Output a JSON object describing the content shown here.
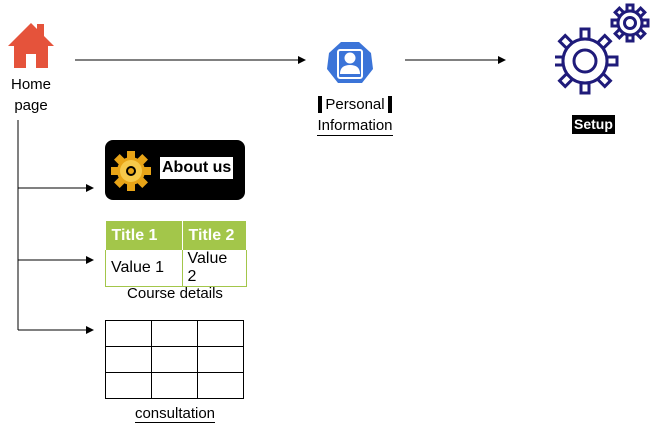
{
  "nodes": {
    "home": {
      "label": "Home\npage",
      "icon": "home-icon",
      "color": "#e5533b"
    },
    "personal": {
      "line1": "Personal",
      "line2": "Information",
      "icon": "user-account-icon",
      "color": "#3b74d8"
    },
    "setup": {
      "label": "Setup",
      "icon": "gears-icon",
      "color": "#1f1b7a"
    },
    "about": {
      "label": "About us",
      "icon": "gear-icon"
    },
    "course": {
      "headers": [
        "Title 1",
        "Title 2"
      ],
      "values": [
        "Value 1",
        "Value 2"
      ],
      "label": "Course details",
      "header_color": "#a3c64a"
    },
    "consultation": {
      "label": "consultation",
      "rows": 3,
      "cols": 3
    }
  }
}
